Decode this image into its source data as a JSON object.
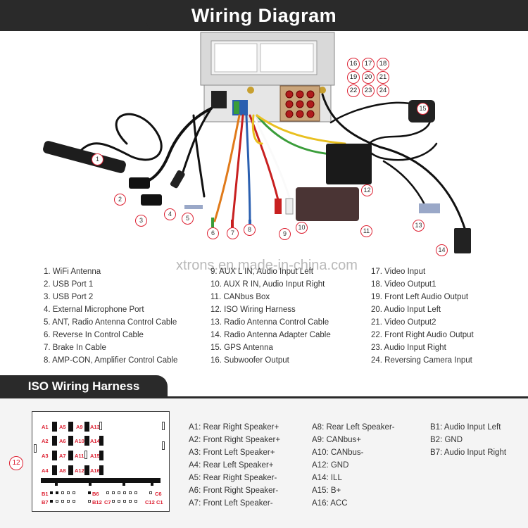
{
  "header": {
    "title": "Wiring Diagram"
  },
  "diagram": {
    "callouts": [
      "1",
      "2",
      "3",
      "4",
      "5",
      "6",
      "7",
      "8",
      "9",
      "10",
      "11",
      "12",
      "13",
      "14",
      "15"
    ],
    "rca_pins": [
      "16",
      "17",
      "18",
      "19",
      "20",
      "21",
      "22",
      "23",
      "24"
    ],
    "watermark": "xtrons.en.made-in-china.com"
  },
  "legend": {
    "column1": [
      "1. WiFi Antenna",
      "2. USB Port 1",
      "3. USB Port 2",
      "4. External Microphone Port",
      "5. ANT, Radio Antenna Control Cable",
      "6. Reverse In Control Cable",
      "7. Brake In Cable",
      "8. AMP-CON, Amplifier Control Cable"
    ],
    "column2": [
      "9. AUX L IN, Audio Input Left",
      "10. AUX R IN, Audio Input Right",
      "11. CANbus Box",
      "12. ISO Wiring Harness",
      "13. Radio Antenna Control Cable",
      "14. Radio Antenna Adapter Cable",
      "15. GPS Antenna",
      "16. Subwoofer Output"
    ],
    "column3": [
      "17. Video Input",
      "18. Video Output1",
      "19. Front Left Audio Output",
      "20. Audio Input Left",
      "21. Video  Output2",
      "22. Front Right Audio Output",
      "23. Audio Input Right",
      "24. Reversing Camera Input"
    ]
  },
  "iso": {
    "title": "ISO Wiring Harness",
    "callout": "12",
    "connector_labels": [
      "A1",
      "A5",
      "A9",
      "A13",
      "A2",
      "A6",
      "A10",
      "A14",
      "A3",
      "A7",
      "A11",
      "A15",
      "A4",
      "A8",
      "A12",
      "A16",
      "B1",
      "B6",
      "C6",
      "B7",
      "B12",
      "C7",
      "C1",
      "C12"
    ],
    "column1": [
      "A1:  Rear Right Speaker+",
      "A2: Front Right Speaker+",
      "A3: Front Left Speaker+",
      "A4: Rear Left Speaker+",
      "A5: Rear Right Speaker-",
      "A6: Front Right Speaker-",
      "A7: Front Left Speaker-"
    ],
    "column2": [
      "A8: Rear Left Speaker-",
      "A9: CANbus+",
      "A10: CANbus-",
      "A12: GND",
      "A14: ILL",
      "A15: B+",
      "A16: ACC"
    ],
    "column3": [
      "B1: Audio Input Left",
      "B2: GND",
      "B7: Audio Input Right"
    ]
  },
  "colors": {
    "dark_bar": "#2a2a2a",
    "callout_ring": "#dd2233",
    "panel_bg": "#f4f4f4"
  }
}
